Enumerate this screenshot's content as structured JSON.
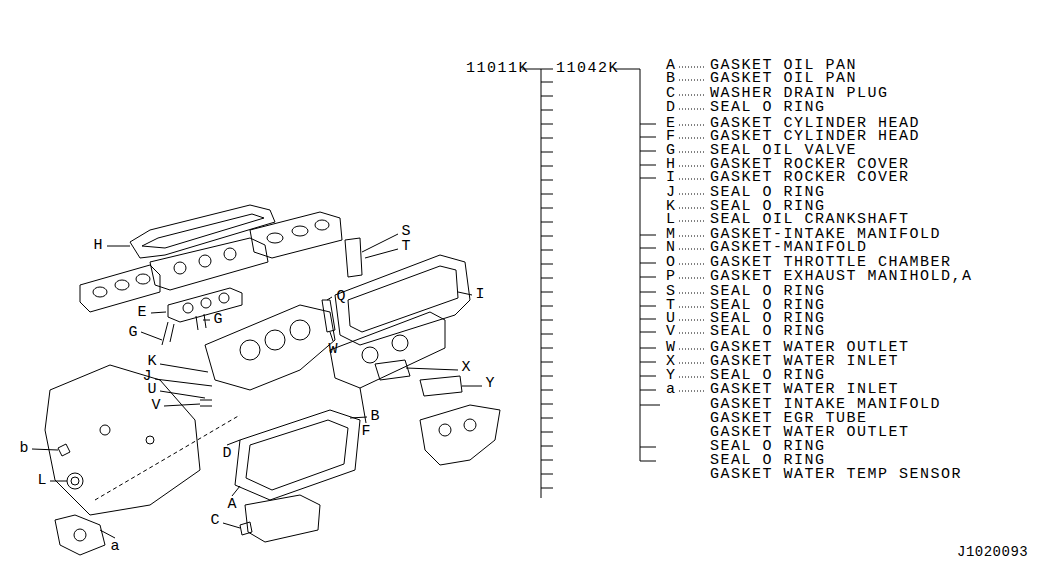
{
  "diagram": {
    "labels": [
      "11011K",
      "11042K",
      "A",
      "GASKET OIL PAN",
      "B",
      "GASKET OIL PAN",
      "C",
      "WASHER DRAIN PLUG",
      "D",
      "SEAL O RING",
      "E",
      "GASKET CYLINDER HEAD",
      "F",
      "GASKET CYLINDER HEAD",
      "G",
      "SEAL OIL VALVE",
      "H",
      "GASKET ROCKER COVER",
      "I",
      "GASKET ROCKER COVER",
      "J",
      "SEAL O RING",
      "K",
      "SEAL O RING",
      "L",
      "SEAL OIL CRANKSHAFT",
      "M",
      "GASKET-INTAKE MANIFOLD",
      "N",
      "GASKET-MANIFOLD",
      "O",
      "GASKET THROTTLE CHAMBER",
      "P",
      "GASKET EXHAUST MANIHOLD,A",
      "S",
      "SEAL O RING",
      "T",
      "SEAL O RING",
      "U",
      "SEAL O RING",
      "V",
      "SEAL O RING",
      "W",
      "GASKET WATER OUTLET",
      "X",
      "GASKET WATER INLET",
      "Y",
      "SEAL O RING",
      "a",
      "GASKET WATER INLET",
      "GASKET INTAKE MANIFOLD",
      "GASKET EGR TUBE",
      "GASKET WATER OUTLET",
      "SEAL O RING",
      "SEAL O RING",
      "GASKET WATER TEMP SENSOR",
      "H",
      "S",
      "T",
      "E",
      "G",
      "G",
      "Q",
      "I",
      "K",
      "J",
      "U",
      "V",
      "W",
      "X",
      "Y",
      "F",
      "B",
      "b",
      "D",
      "L",
      "C",
      "A",
      "a",
      "J1020093"
    ]
  }
}
